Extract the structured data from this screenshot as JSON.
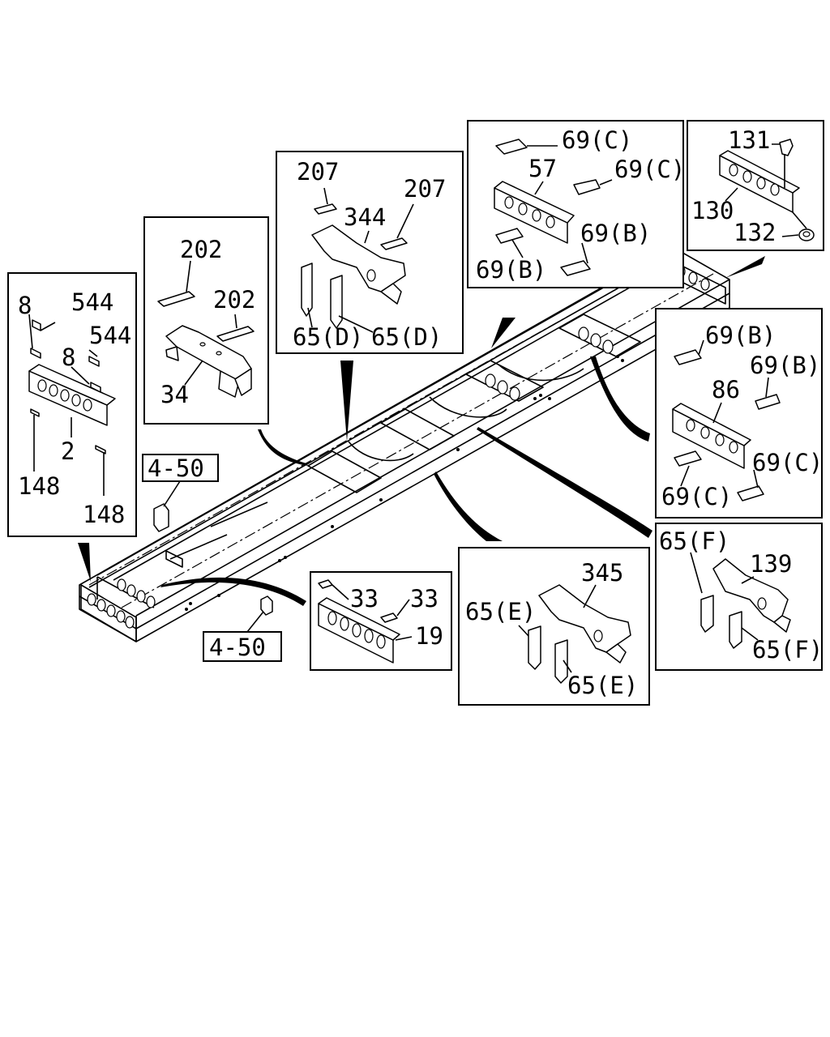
{
  "diagram": {
    "callouts": {
      "box_front_crossmember": {
        "labels": [
          "8",
          "544",
          "544",
          "8",
          "2",
          "148",
          "148"
        ]
      },
      "box_crossmember_34": {
        "labels": [
          "202",
          "202",
          "34"
        ]
      },
      "box_crossmember_344": {
        "labels": [
          "207",
          "207",
          "344",
          "65(D)",
          "65(D)"
        ]
      },
      "box_crossmember_57": {
        "labels": [
          "69(C)",
          "57",
          "69(C)",
          "69(B)",
          "69(B)"
        ]
      },
      "box_crossmember_130": {
        "labels": [
          "131",
          "130",
          "132"
        ]
      },
      "box_crossmember_86": {
        "labels": [
          "69(B)",
          "69(B)",
          "86",
          "69(C)",
          "69(C)"
        ]
      },
      "box_crossmember_139": {
        "labels": [
          "65(F)",
          "139",
          "65(F)"
        ]
      },
      "box_crossmember_345": {
        "labels": [
          "345",
          "65(E)",
          "65(E)"
        ]
      },
      "box_crossmember_19": {
        "labels": [
          "33",
          "33",
          "19"
        ]
      }
    },
    "references": [
      "4-50",
      "4-50"
    ]
  }
}
